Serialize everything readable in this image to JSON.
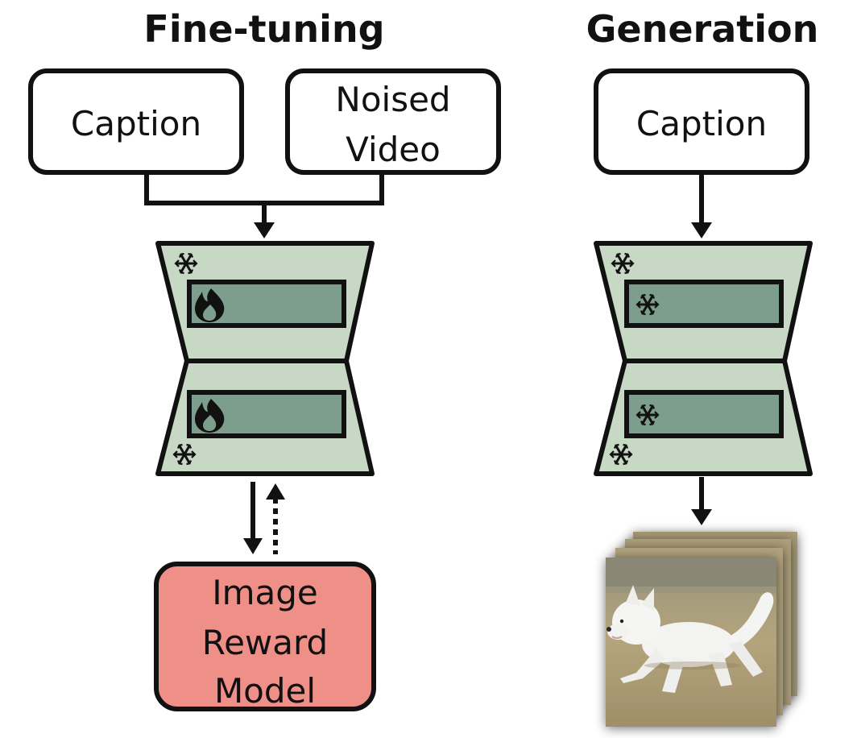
{
  "colors": {
    "unet_fill": "#c7d9c4",
    "layer_fill": "#7d9e8c",
    "reward_fill": "#ee8f88",
    "stroke": "#111111",
    "frame_grass": "#b7a97f",
    "frame_sky": "#8c8a74",
    "dog": "#f3f3f1"
  },
  "finetune": {
    "title": "Fine-tuning",
    "caption_label": "Caption",
    "noised_line1": "Noised",
    "noised_line2": "Video",
    "reward_line1": "Image",
    "reward_line2": "Reward",
    "reward_line3": "Model",
    "layer_icon": "flame-icon",
    "corner_icon": "snowflake-icon"
  },
  "generation": {
    "title": "Generation",
    "caption_label": "Caption",
    "layer_icon": "snowflake-icon",
    "corner_icon": "snowflake-icon",
    "output": "video-frames-image"
  }
}
